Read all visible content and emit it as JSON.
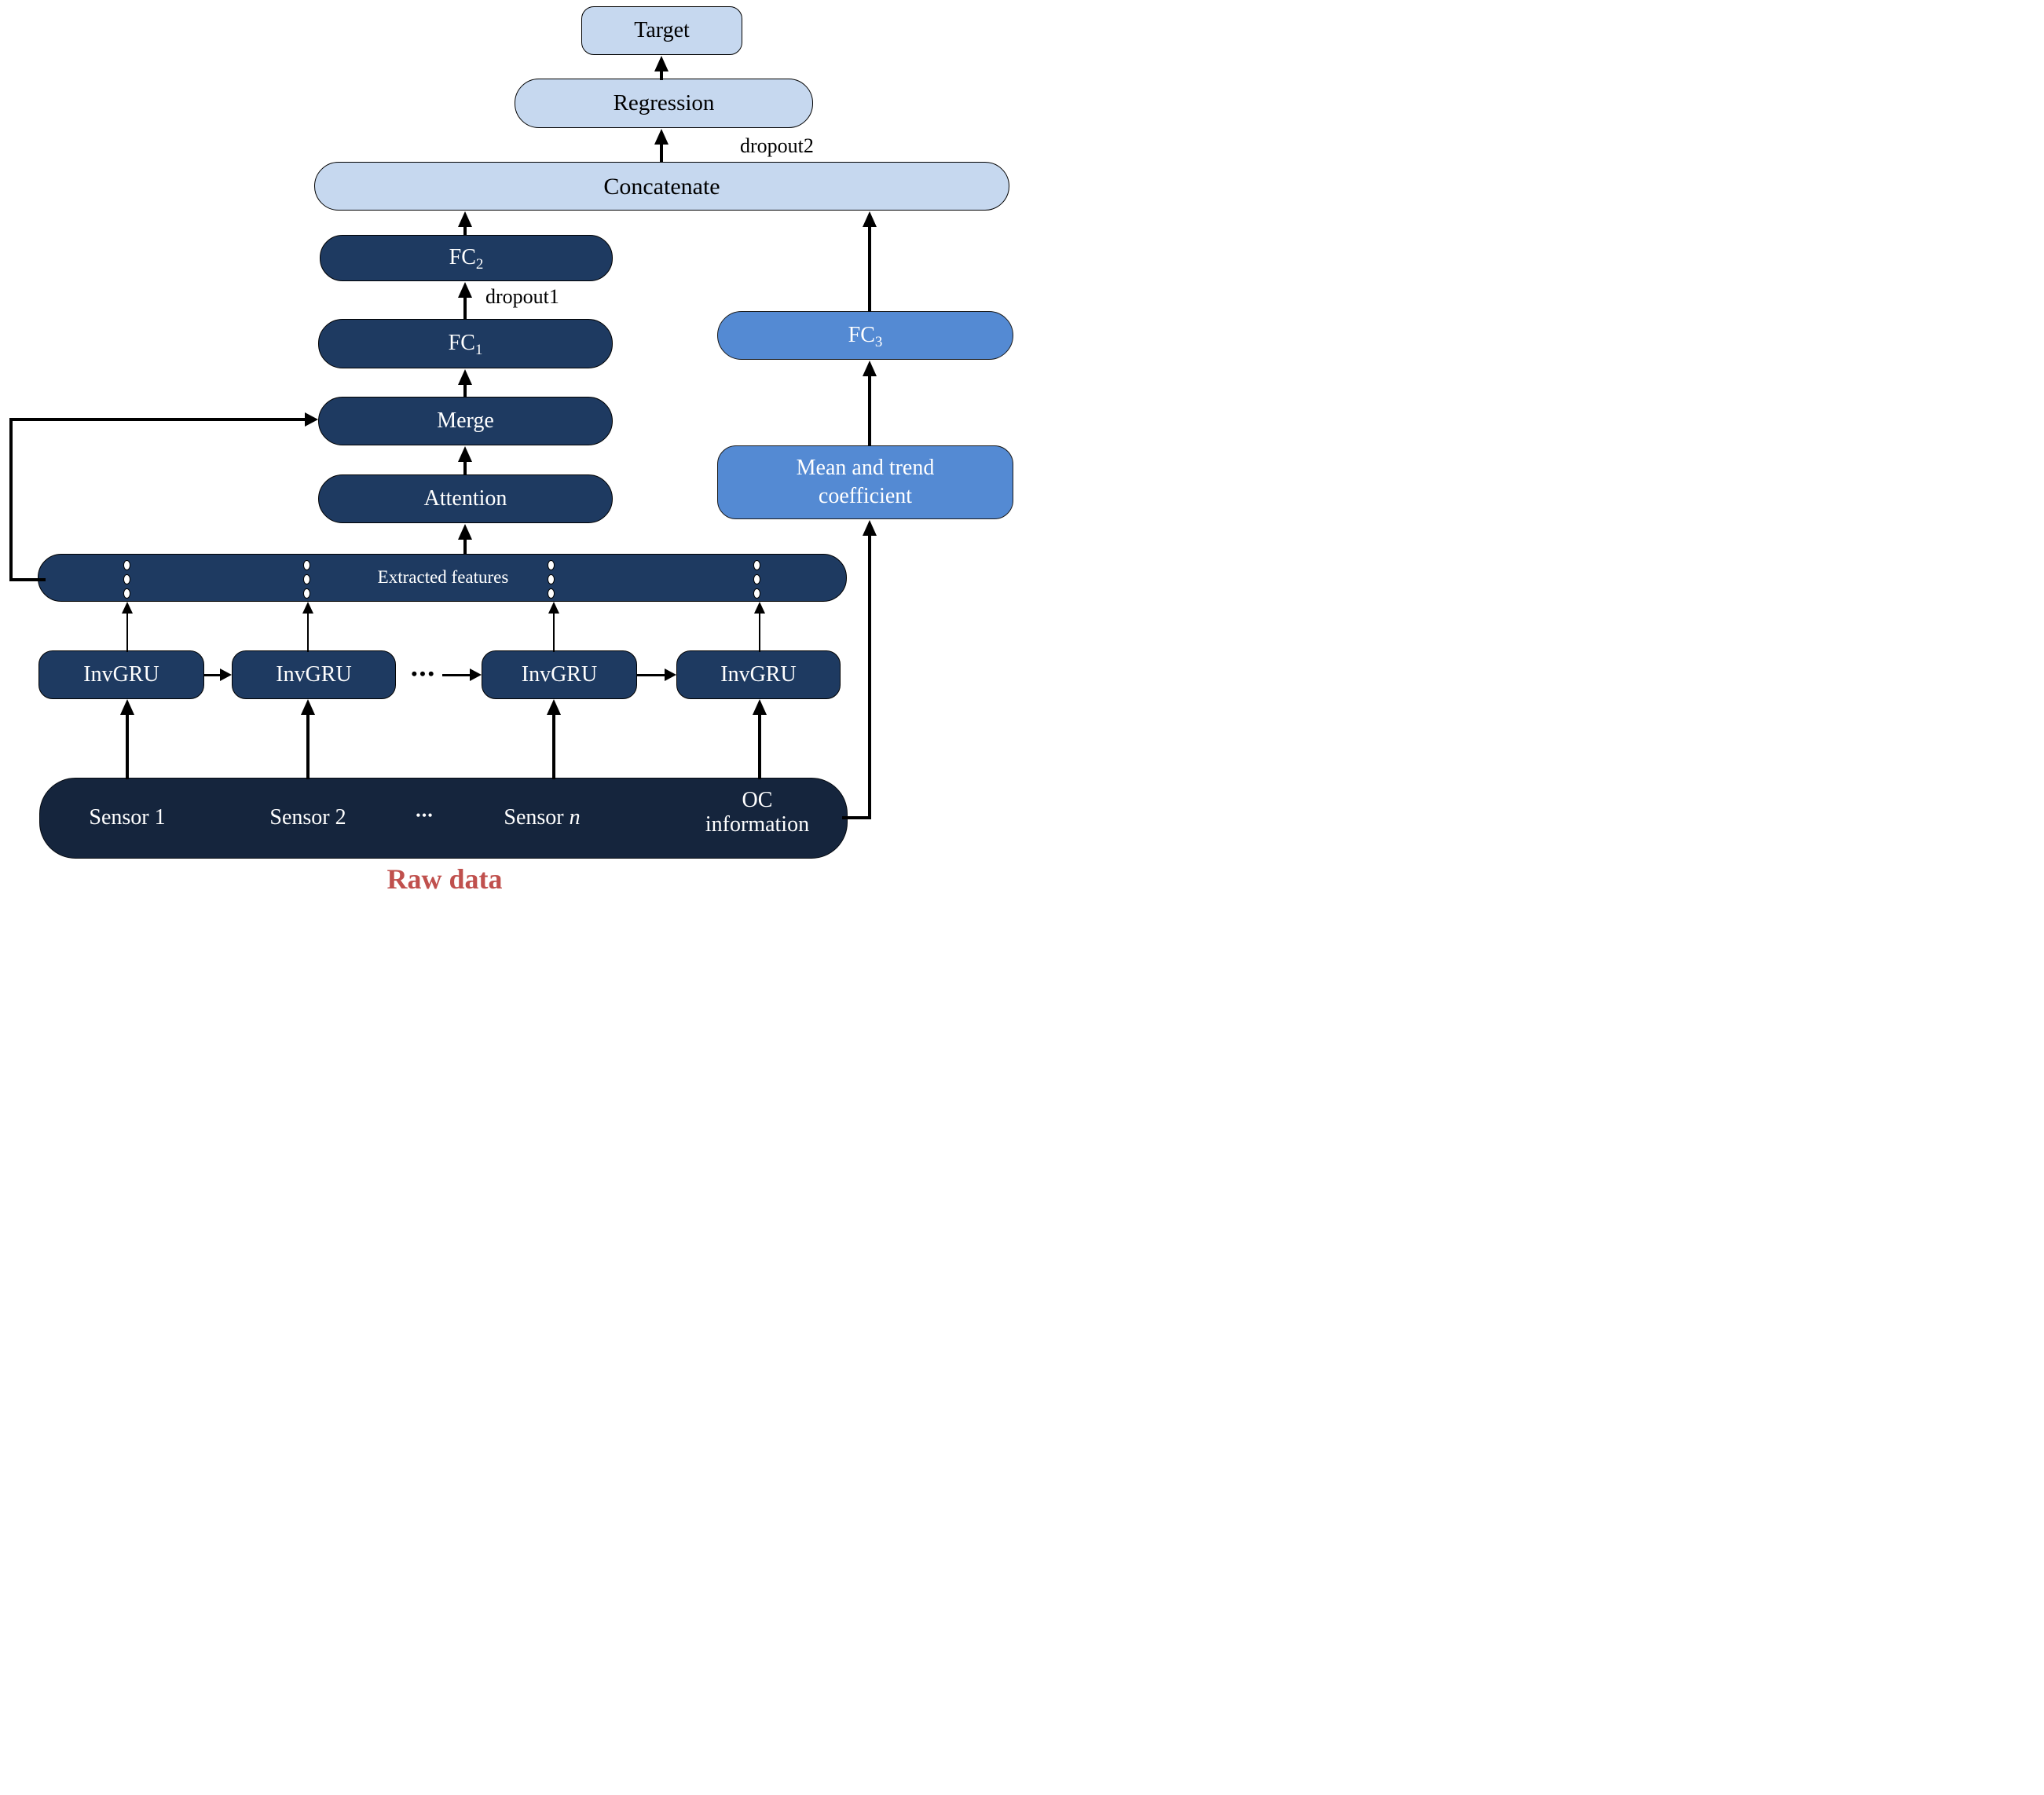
{
  "colors": {
    "light_blue": "#c6d8ef",
    "navy": "#1e3a61",
    "dark_navy": "#15253d",
    "medium_blue": "#548ad3",
    "raw_data_red": "#c0504d",
    "arrow_black": "#000000"
  },
  "nodes": {
    "target": {
      "label": "Target"
    },
    "regression": {
      "label": "Regression"
    },
    "concatenate": {
      "label": "Concatenate"
    },
    "fc2": {
      "base": "FC",
      "sub": "2"
    },
    "fc1": {
      "base": "FC",
      "sub": "1"
    },
    "fc3": {
      "base": "FC",
      "sub": "3"
    },
    "merge": {
      "label": "Merge"
    },
    "attention": {
      "label": "Attention"
    },
    "extracted": {
      "label": "Extracted features"
    },
    "invgru": {
      "label": "InvGRU"
    },
    "mean_trend": {
      "line1": "Mean and trend",
      "line2": "coefficient"
    },
    "raw_bar": {
      "sensor1": "Sensor 1",
      "sensor2": "Sensor 2",
      "ellipsis": "•••",
      "sensor_n_prefix": "Sensor ",
      "sensor_n_var": "n",
      "oc_line1": "OC",
      "oc_line2": "information"
    }
  },
  "labels": {
    "dropout1": "dropout1",
    "dropout2": "dropout2",
    "raw_data": "Raw data",
    "chain_ellipsis": "•••"
  }
}
